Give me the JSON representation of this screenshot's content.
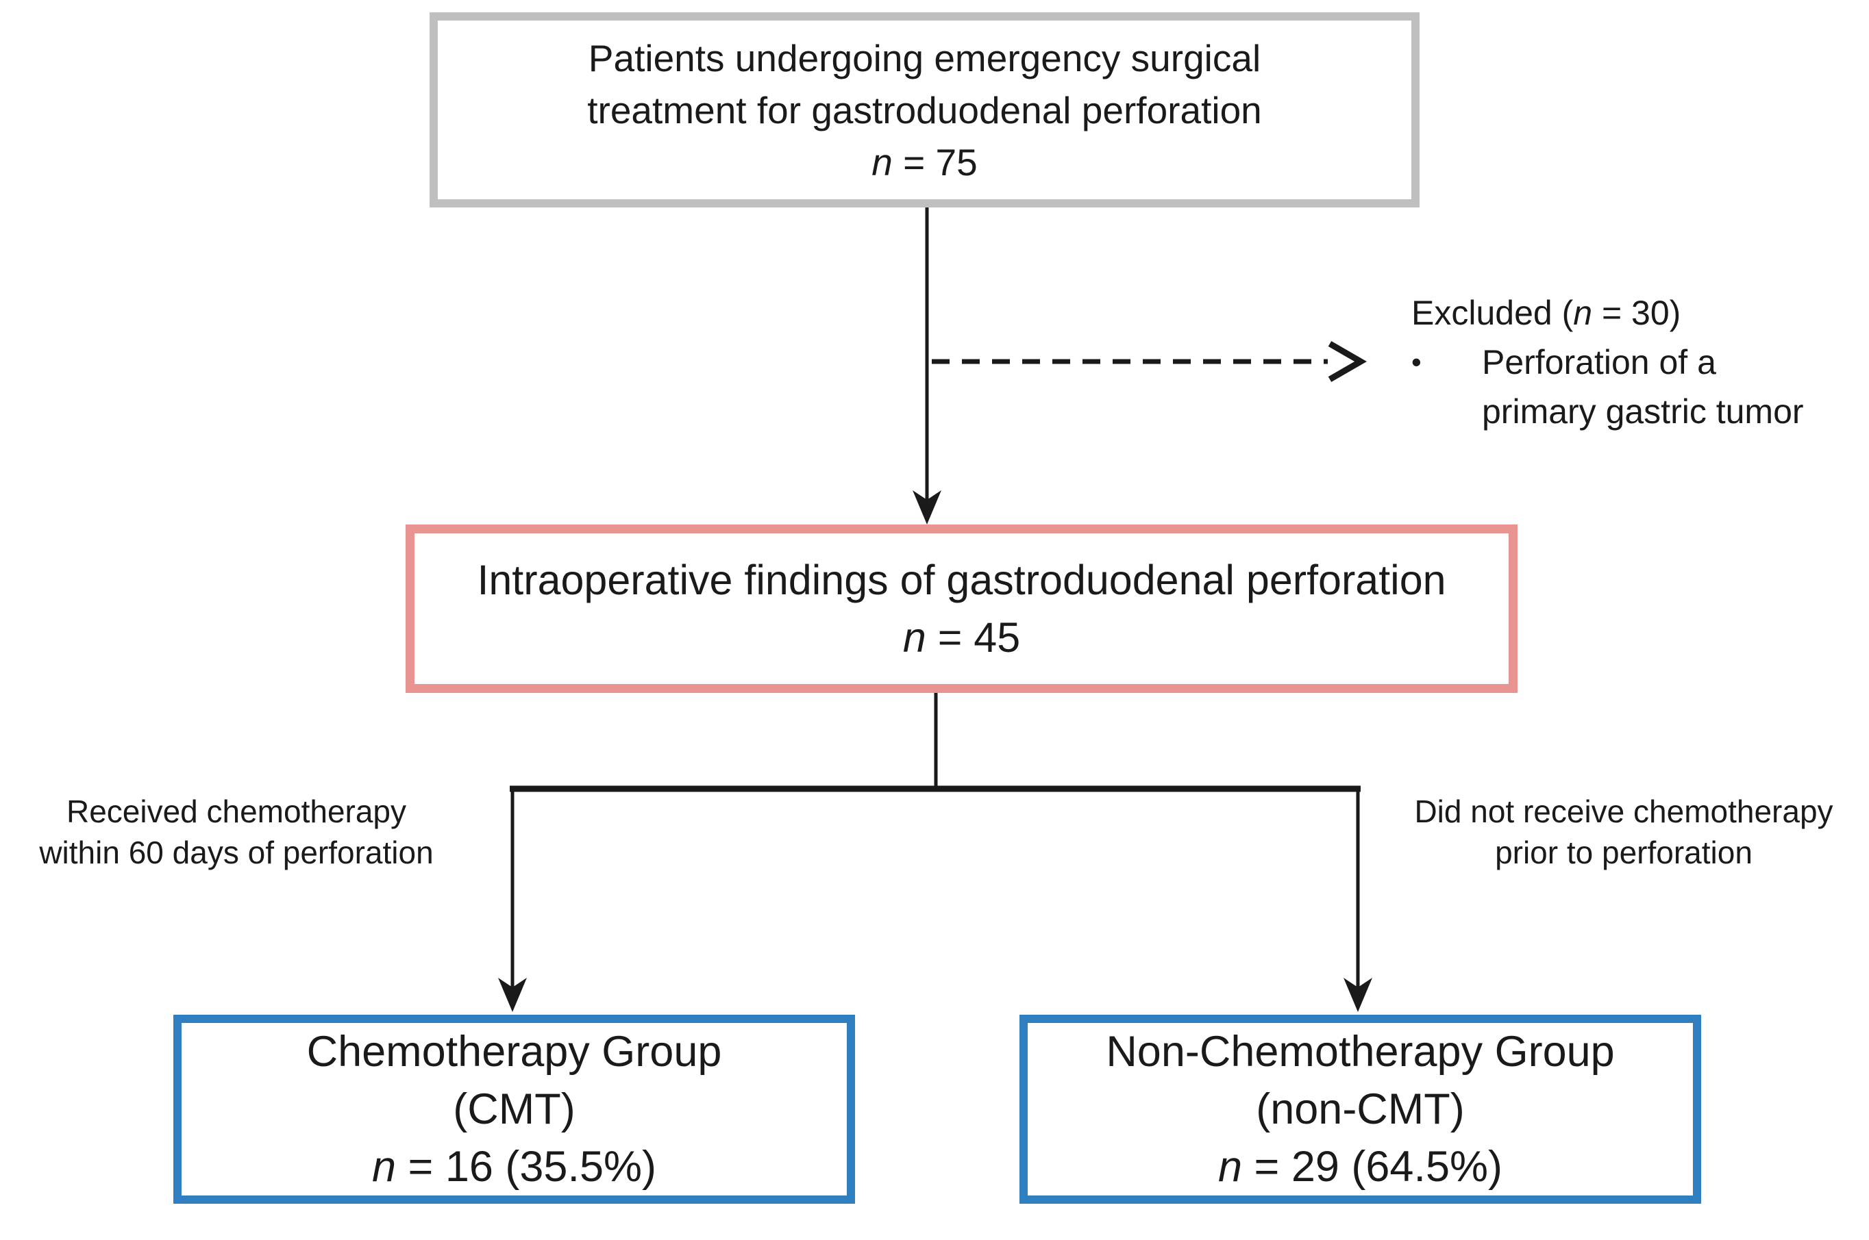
{
  "colors": {
    "background": "#FFFFFF",
    "top_box_border": "#BFBFBF",
    "middle_box_border": "#E89490",
    "group_box_border": "#2F7EC0",
    "line": "#1A1A1A"
  },
  "top_box": {
    "line1": "Patients undergoing emergency surgical",
    "line2": "treatment for gastroduodenal perforation",
    "n_italic": "n",
    "n_rest": " = 75"
  },
  "excluded_note": {
    "heading_prefix": "Excluded (",
    "heading_n": "n",
    "heading_rest": " = 30)",
    "bullet": "•",
    "item_line1": "Perforation of a",
    "item_line2": "primary gastric tumor"
  },
  "middle_box": {
    "line1": "Intraoperative findings of gastroduodenal perforation",
    "n_italic": "n",
    "n_rest": " = 45"
  },
  "left_branch_label": {
    "line1": "Received chemotherapy",
    "line2": "within 60 days of perforation"
  },
  "right_branch_label": {
    "line1": "Did not receive chemotherapy",
    "line2": "prior to perforation"
  },
  "chemo_box": {
    "line1": "Chemotherapy Group",
    "line2": "(CMT)",
    "n_italic": "n",
    "n_rest": " = 16 (35.5%)"
  },
  "non_chemo_box": {
    "line1": "Non-Chemotherapy Group",
    "line2": "(non-CMT)",
    "n_italic": "n",
    "n_rest": " = 29 (64.5%)"
  }
}
